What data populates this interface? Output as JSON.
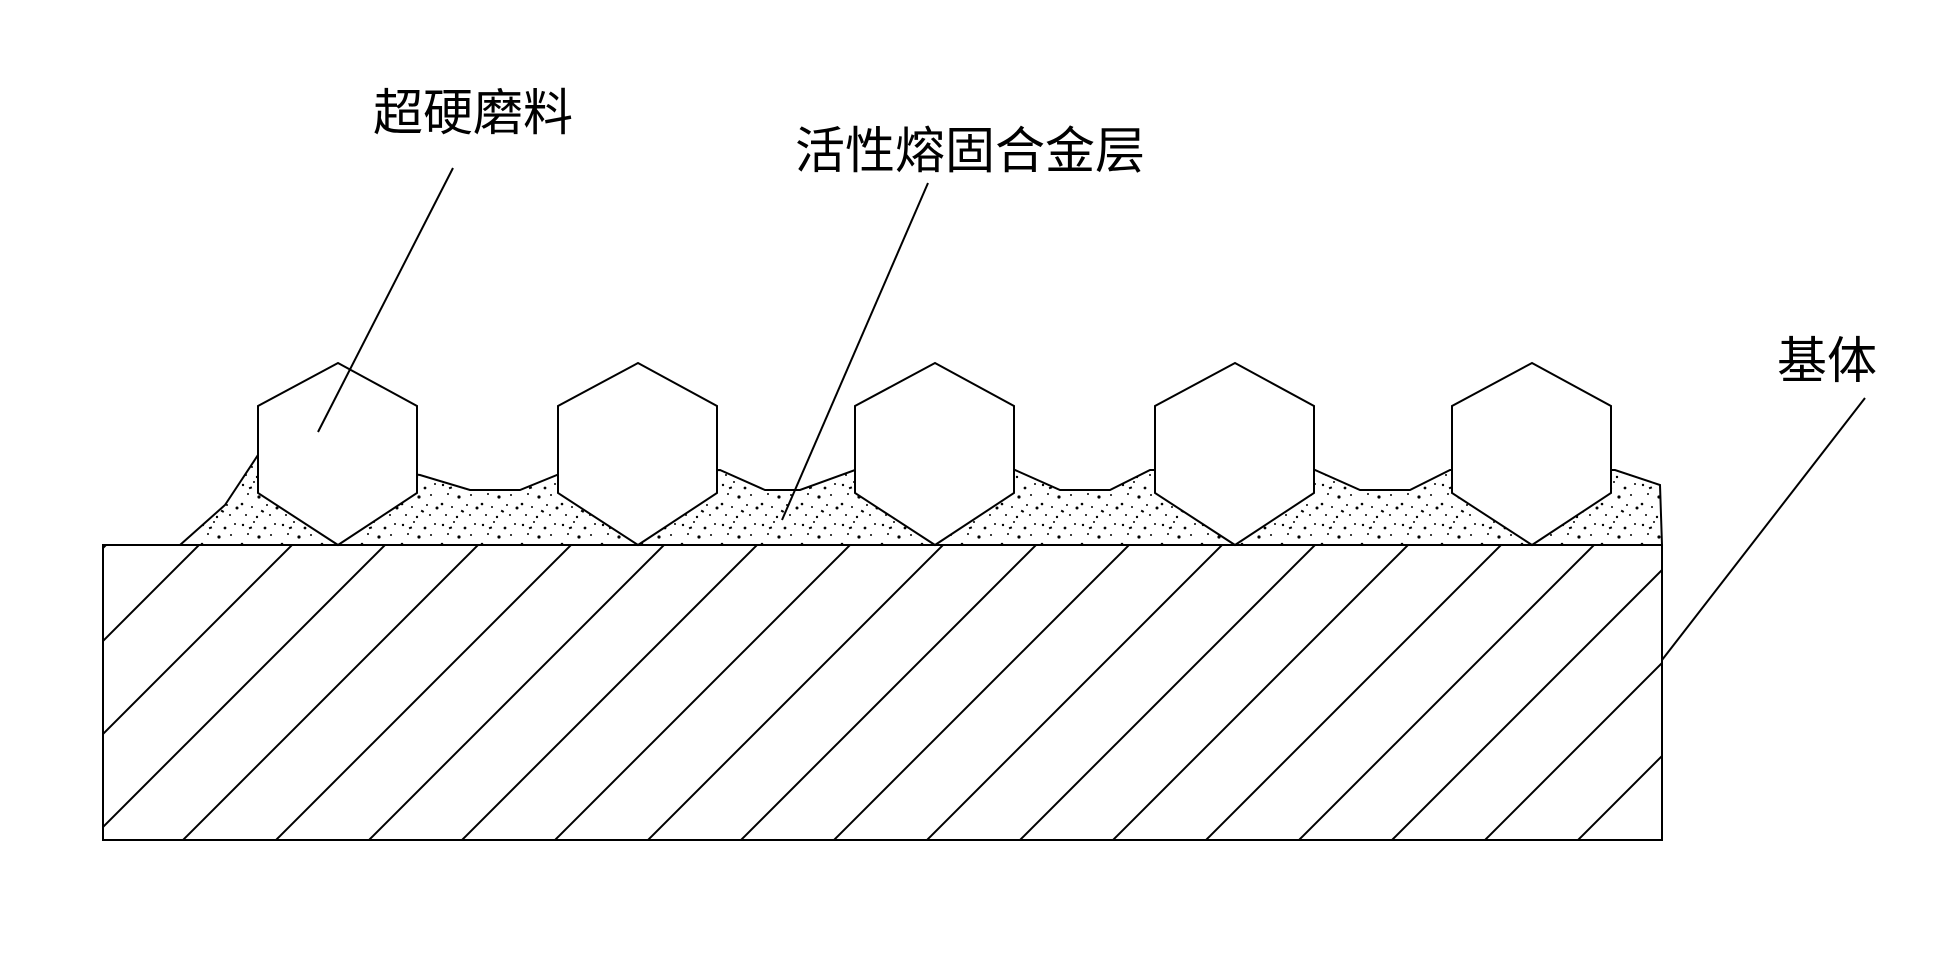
{
  "labels": {
    "abrasive": "超硬磨料",
    "alloy_layer": "活性熔固合金层",
    "substrate": "基体"
  },
  "colors": {
    "line": "#000000",
    "background": "#ffffff"
  },
  "abrasive_count": 5
}
